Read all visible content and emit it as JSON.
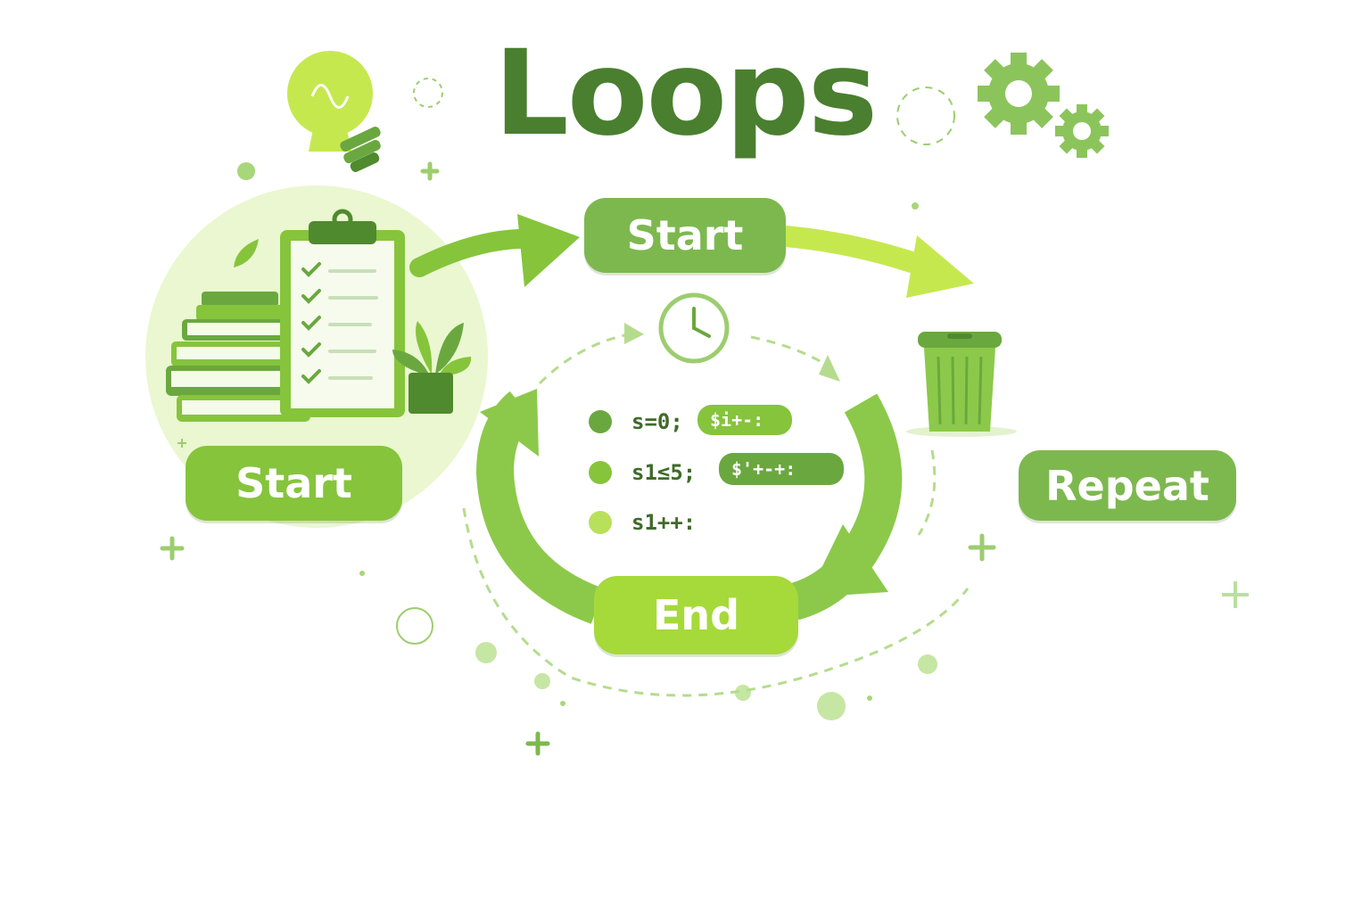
{
  "title": "Loops",
  "nodes": {
    "start_top": "Start",
    "start_left": "Start",
    "repeat": "Repeat",
    "end": "End"
  },
  "code_lines": [
    {
      "text": "s=0;",
      "badge": "$i+-:",
      "dot_color": "#6aa83f"
    },
    {
      "text": "s1≤5;",
      "badge": "$'+-+:",
      "dot_color": "#86c43c"
    },
    {
      "text": "s1++:",
      "badge": "",
      "dot_color": "#b9e05a"
    }
  ],
  "colors": {
    "title": "#4a7f2f",
    "accent_dark": "#4f8a2e",
    "accent": "#7db84f",
    "accent_bright": "#a6d93a",
    "accent_light": "#d9f1a8"
  },
  "icons": [
    "lightbulb-icon",
    "gear-icon",
    "clipboard-icon",
    "books-icon",
    "plant-icon",
    "clock-icon",
    "trash-bin-icon"
  ]
}
